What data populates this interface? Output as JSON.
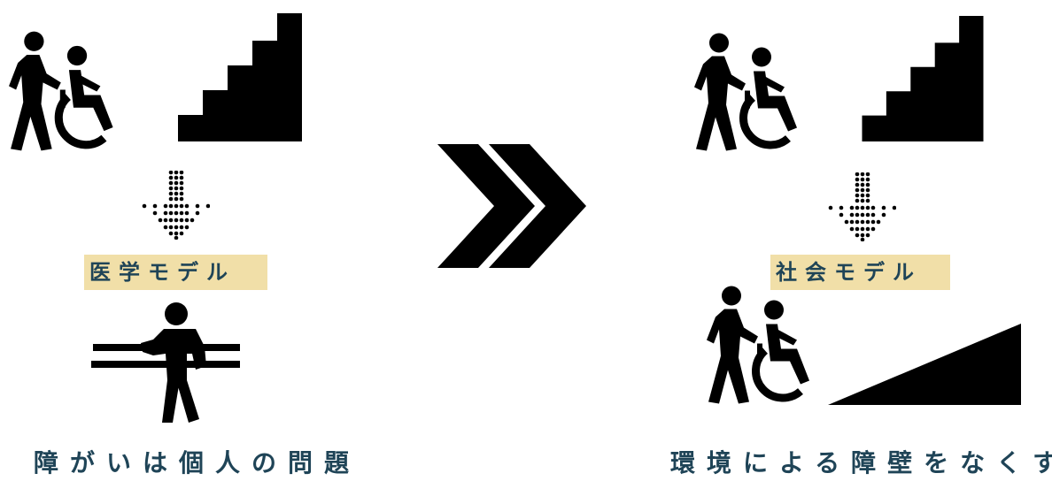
{
  "left": {
    "model_label": "医学モデル",
    "caption": "障がいは個人の問題"
  },
  "right": {
    "model_label": "社会モデル",
    "caption": "環境による障壁をなくす"
  },
  "icons": {
    "caregiver_wheelchair": "person-pushing-wheelchair-icon",
    "stairs": "stairs-icon",
    "down_arrow": "dotted-down-arrow-icon",
    "rehab": "person-parallel-bars-icon",
    "ramp": "ramp-icon",
    "transition": "double-chevron-right-icon"
  },
  "colors": {
    "label_background": "#f1dfa8",
    "text": "#1f4457",
    "icon": "#000000"
  }
}
